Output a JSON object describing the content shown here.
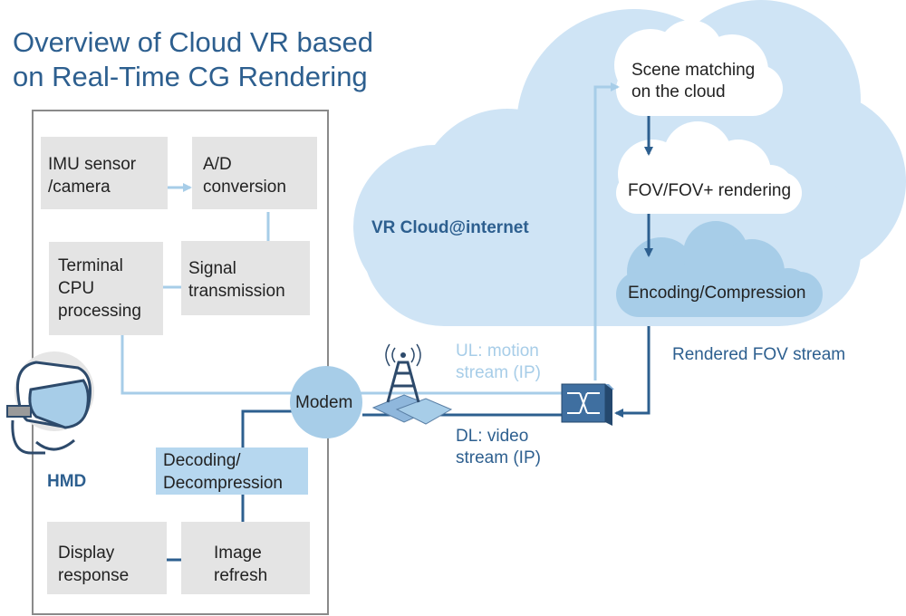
{
  "title": {
    "line1": "Overview of Cloud VR based",
    "line2": "on Real-Time CG Rendering"
  },
  "terminal": {
    "imu_sensor": [
      "IMU sensor",
      "/camera"
    ],
    "ad_conversion": [
      "A/D",
      "conversion"
    ],
    "terminal_cpu": [
      "Terminal",
      "CPU",
      "processing"
    ],
    "signal_transmission": [
      "Signal",
      "transmission"
    ],
    "decoding": [
      "Decoding/",
      "Decompression"
    ],
    "display_response": [
      "Display",
      "response"
    ],
    "image_refresh": [
      "Image",
      "refresh"
    ],
    "hmd_label": "HMD",
    "modem_label": "Modem"
  },
  "cloud": {
    "label": "VR Cloud@internet",
    "scene_matching": [
      "Scene matching",
      "on the cloud"
    ],
    "fov_rendering": "FOV/FOV+ rendering",
    "encoding": "Encoding/Compression"
  },
  "network": {
    "rendered_stream": "Rendered FOV stream",
    "ul_stream": [
      "UL: motion",
      "stream (IP)"
    ],
    "dl_stream": [
      "DL: video",
      "stream (IP)"
    ]
  },
  "colors": {
    "dark_blue": "#2d5f8f",
    "light_blue": "#a7cde8",
    "cloud_fill": "#cfe4f5",
    "box_gray": "#e4e4e4"
  },
  "icons": [
    "vr-headset-icon",
    "antenna-tower-icon",
    "network-switch-icon"
  ]
}
